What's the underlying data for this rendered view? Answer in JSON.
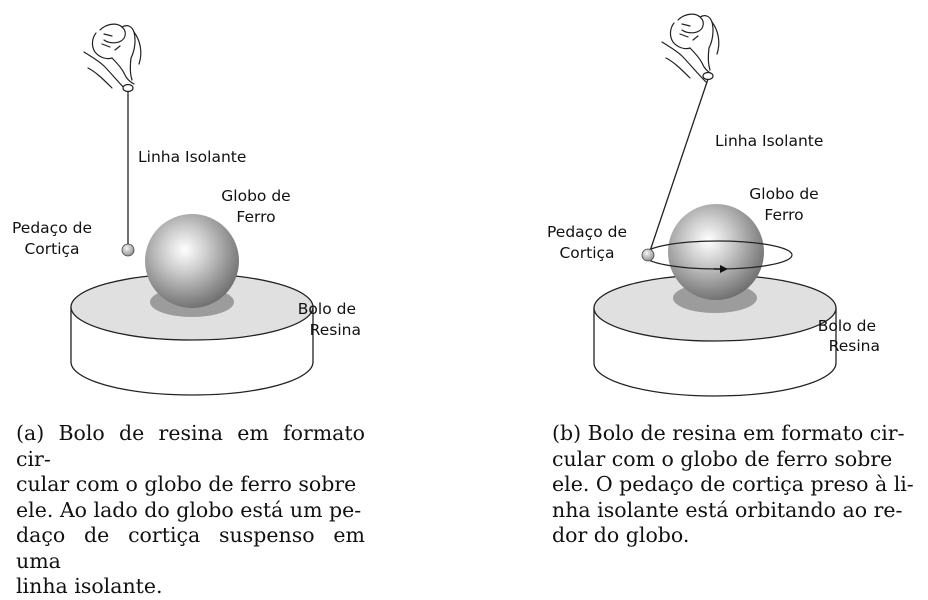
{
  "figure_a": {
    "labels": {
      "line": "Linha Isolante",
      "globe_1": "Globo de",
      "globe_2": "Ferro",
      "cork_1": "Pedaço de",
      "cork_2": "Cortiça",
      "resin_1": "Bolo de",
      "resin_2": "Resina"
    },
    "caption": [
      "(a) Bolo de resina em formato cir-",
      "cular com o globo de ferro sobre",
      "ele. Ao lado do globo está um pe-",
      "daço de cortiça suspenso em uma",
      "linha isolante."
    ]
  },
  "figure_b": {
    "labels": {
      "line": "Linha Isolante",
      "globe_1": "Globo de",
      "globe_2": "Ferro",
      "cork_1": "Pedaço de",
      "cork_2": "Cortiça",
      "resin_1": "Bolo de",
      "resin_2": "Resina"
    },
    "caption": [
      "(b) Bolo de resina em formato cir-",
      "cular com o globo de ferro sobre",
      "ele. O pedaço de cortiça preso à li-",
      "nha isolante está orbitando ao re-",
      "dor do globo."
    ]
  }
}
